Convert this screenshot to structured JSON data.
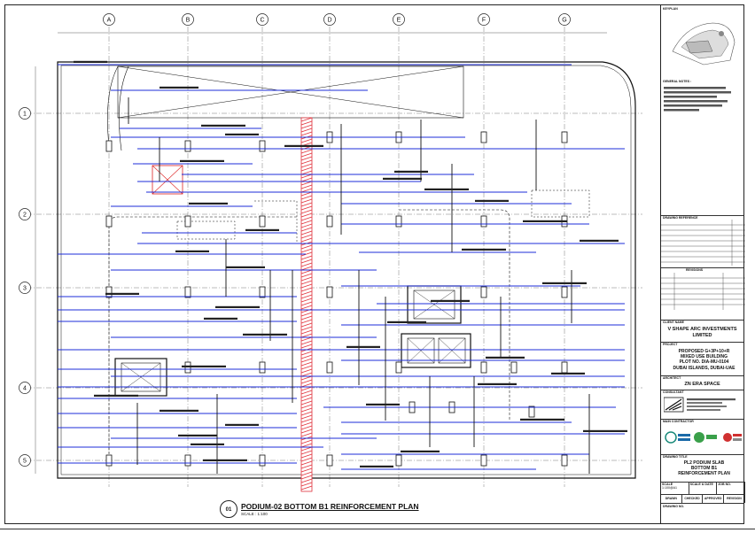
{
  "grid": {
    "columns": [
      "A",
      "B",
      "C",
      "D",
      "E",
      "F",
      "G"
    ],
    "rows": [
      "1",
      "2",
      "3",
      "4",
      "5"
    ]
  },
  "drawing_title": {
    "number": "01",
    "name": "PODIUM-02 BOTTOM B1 REINFORCEMENT PLAN",
    "scale": "SCALE : 1:100"
  },
  "title_block": {
    "keyplan_label": "KEYPLAN",
    "general_notes_label": "GENERAL NOTES :",
    "drawing_reference_label": "DRAWING REFERENCE",
    "revisions_label": "REVISIONS",
    "client_label": "CLIENT NAME",
    "client": "V SHAPE ARC INVESTMENTS LIMITED",
    "project_label": "PROJECT",
    "project_lines": [
      "PROPOSED G+3P+10+R",
      "MIXED USE BUILDING",
      "PLOT NO. DIA-MU-0104",
      "DUBAI ISLANDS, DUBAI-UAE"
    ],
    "architect_label": "ARCHITECT",
    "architect": "ZN ERA SPACE",
    "consultant_label": "CONSULTANT",
    "main_contractor_label": "MAIN CONTRACTOR",
    "drawing_title_label": "DRAWING TITLE",
    "drawing_title_lines": [
      "PL2 PODIUM SLAB",
      "BOTTOM B1",
      "REINFORCEMENT PLAN"
    ],
    "fields": [
      "SCALE",
      "SCALE & DATE",
      "JOB NO."
    ],
    "field_values": [
      "1:100@A1",
      "",
      ""
    ],
    "signoff_fields": [
      "DRAWN",
      "CHECKED",
      "APPROVED",
      "REVISION"
    ],
    "drawing_no_label": "DRAWING NO."
  },
  "colors": {
    "rebar": "#1c2cd8",
    "line": "#111111",
    "hatch": "#e0303a"
  }
}
